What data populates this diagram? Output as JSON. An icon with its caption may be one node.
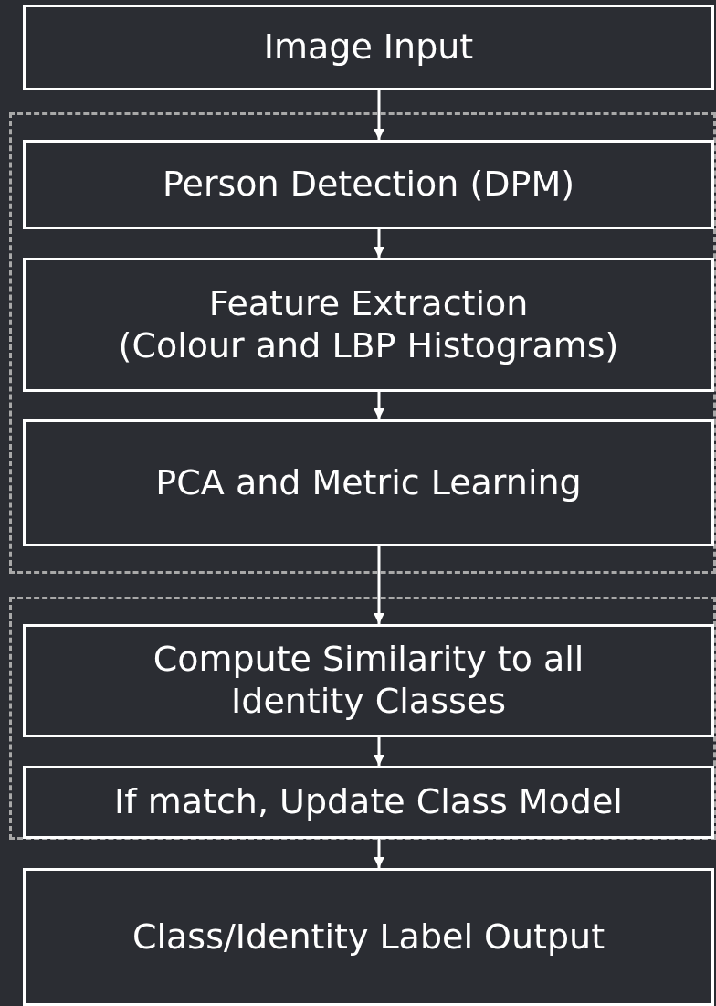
{
  "diagram": {
    "nodes": [
      {
        "text": [
          "Image Input"
        ]
      },
      {
        "text": [],
        "shape": "box"
      },
      {
        "text": [
          "Person Detection (DPM)"
        ],
        "in": 1
      },
      {
        "text": [
          "Feature Extraction",
          "(Colour and LBP Histograms)"
        ],
        "in": 1
      },
      {
        "text": [
          "PCA and Metric Learning"
        ],
        "in": 1
      },
      {
        "text": [],
        "shape": "box"
      },
      {
        "text": [
          "Compute Similarity to all Identity Classes"
        ],
        "in": 5
      },
      {
        "text": [
          "If match, Update Class Model"
        ],
        "in": 5
      },
      {
        "text": [
          "Class/Identity Label Output"
        ]
      }
    ],
    "edges": [
      {
        "from": 0,
        "to": 2,
        "arrow": "to"
      },
      {
        "from": 2,
        "to": 3,
        "arrow": "to"
      },
      {
        "from": 3,
        "to": 4,
        "arrow": "to"
      },
      {
        "from": 4,
        "to": 6,
        "arrow": "to"
      },
      {
        "from": 6,
        "to": 7,
        "arrow": "to"
      },
      {
        "from": 7,
        "to": 8,
        "arrow": "to"
      }
    ]
  }
}
